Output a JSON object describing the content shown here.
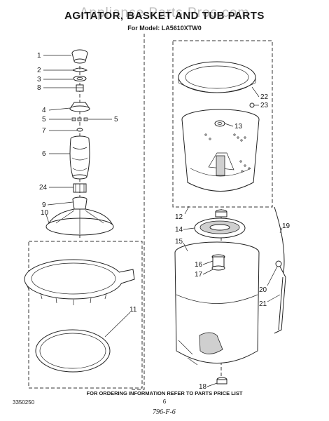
{
  "watermark": "Appliance Parts Pros.com",
  "title": "AGITATOR, BASKET AND TUB PARTS",
  "model_line": "For Model: LA5610XTW0",
  "order_note": "FOR ORDERING INFORMATION REFER TO PARTS PRICE LIST",
  "page_number": "6",
  "catalog_number": "3350250",
  "handwritten_note": "796-F-6",
  "callouts": [
    {
      "id": "c1",
      "label": "1"
    },
    {
      "id": "c2",
      "label": "2"
    },
    {
      "id": "c3",
      "label": "3"
    },
    {
      "id": "c8",
      "label": "8"
    },
    {
      "id": "c4",
      "label": "4"
    },
    {
      "id": "c5a",
      "label": "5"
    },
    {
      "id": "c5b",
      "label": "5"
    },
    {
      "id": "c7",
      "label": "7"
    },
    {
      "id": "c6",
      "label": "6"
    },
    {
      "id": "c24",
      "label": "24"
    },
    {
      "id": "c9",
      "label": "9"
    },
    {
      "id": "c10",
      "label": "10"
    },
    {
      "id": "c11",
      "label": "11"
    },
    {
      "id": "c22",
      "label": "22"
    },
    {
      "id": "c23",
      "label": "23"
    },
    {
      "id": "c13",
      "label": "13"
    },
    {
      "id": "c12",
      "label": "12"
    },
    {
      "id": "c14",
      "label": "14"
    },
    {
      "id": "c19",
      "label": "19"
    },
    {
      "id": "c15",
      "label": "15"
    },
    {
      "id": "c16",
      "label": "16"
    },
    {
      "id": "c17",
      "label": "17"
    },
    {
      "id": "c20",
      "label": "20"
    },
    {
      "id": "c21",
      "label": "21"
    },
    {
      "id": "c18",
      "label": "18"
    }
  ]
}
